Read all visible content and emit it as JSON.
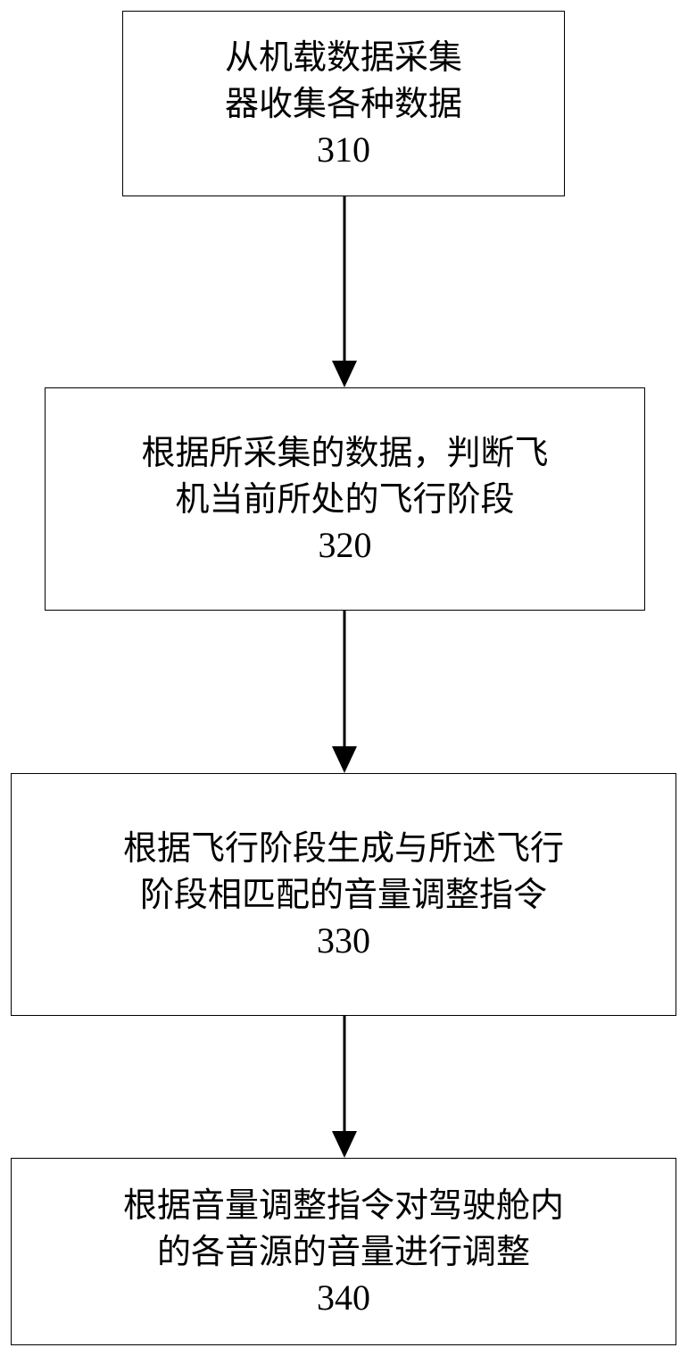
{
  "steps": [
    {
      "lines": [
        "从机载数据采集",
        "器收集各种数据"
      ],
      "code": "310"
    },
    {
      "lines": [
        "根据所采集的数据，判断飞",
        "机当前所处的飞行阶段"
      ],
      "code": "320"
    },
    {
      "lines": [
        "根据飞行阶段生成与所述飞行",
        "阶段相匹配的音量调整指令"
      ],
      "code": "330"
    },
    {
      "lines": [
        "根据音量调整指令对驾驶舱内",
        "的各音源的音量进行调整"
      ],
      "code": "340"
    }
  ],
  "colors": {
    "stroke": "#000000",
    "background": "#ffffff"
  }
}
